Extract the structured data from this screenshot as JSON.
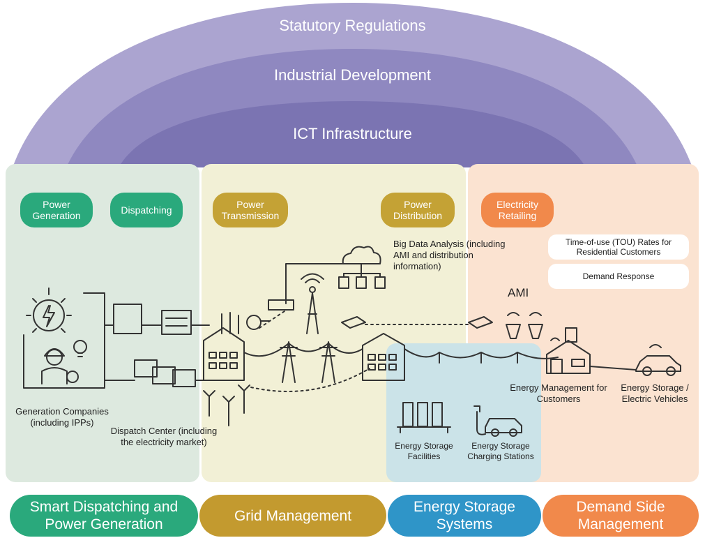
{
  "arcs": {
    "outer": "Statutory Regulations",
    "middle": "Industrial Development",
    "inner": "ICT Infrastructure"
  },
  "pills": {
    "power_generation": "Power Generation",
    "dispatching": "Dispatching",
    "power_transmission": "Power Transmission",
    "power_distribution": "Power Distribution",
    "electricity_retailing": "Electricity Retailing"
  },
  "labels": {
    "big_data": "Big Data Analysis (including AMI and distribution information)",
    "tou": "Time-of-use (TOU) Rates for Residential Customers",
    "demand_response": "Demand Response",
    "ami": "AMI",
    "generation_companies": "Generation Companies (including IPPs)",
    "dispatch_center": "Dispatch Center (including the electricity market)",
    "energy_management": "Energy Management for Customers",
    "ev": "Energy Storage / Electric Vehicles",
    "storage_facilities": "Energy Storage Facilities",
    "charging_stations": "Energy Storage Charging Stations"
  },
  "bottom": {
    "dispatch": "Smart Dispatching and Power Generation",
    "grid": "Grid Management",
    "storage": "Energy Storage Systems",
    "demand": "Demand Side Management"
  },
  "colors": {
    "arc_outer": "#aba4d0",
    "arc_middle": "#8f88c0",
    "arc_inner": "#7b74b2",
    "panel_green": "#dde9df",
    "panel_yellow": "#f2f0d6",
    "panel_orange": "#fbe3d1",
    "panel_blue": "#cbe3e8",
    "bottom_green": "#2aa97c",
    "bottom_gold": "#c39a2f",
    "bottom_blue": "#2f95c8",
    "bottom_orange": "#f1894b"
  }
}
